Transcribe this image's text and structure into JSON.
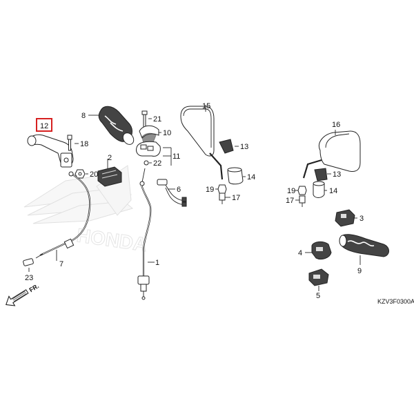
{
  "diagram_code": "KZV3F0300A",
  "direction_label": "FR.",
  "watermark_text": "HONDA",
  "highlight_color": "#d62020",
  "highlighted_part": "12",
  "callouts": {
    "p1": "1",
    "p2": "2",
    "p3": "3",
    "p4": "4",
    "p5": "5",
    "p6": "6",
    "p7": "7",
    "p8": "8",
    "p9": "9",
    "p10": "10",
    "p11": "11",
    "p12": "12",
    "p13a": "13",
    "p13b": "13",
    "p14a": "14",
    "p14b": "14",
    "p15": "15",
    "p16": "16",
    "p17a": "17",
    "p17b": "17",
    "p18": "18",
    "p19a": "19",
    "p19b": "19",
    "p20": "20",
    "p21": "21",
    "p22": "22",
    "p23": "23"
  }
}
